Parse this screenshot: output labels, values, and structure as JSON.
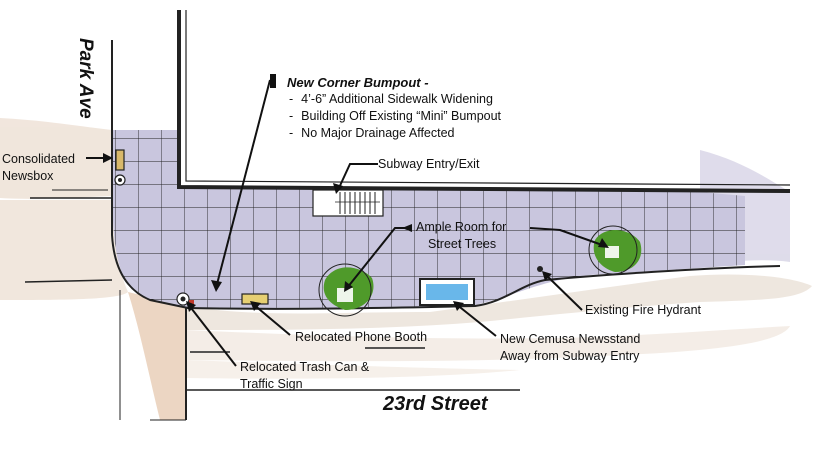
{
  "streets": {
    "park_ave": "Park Ave",
    "twenty_third": "23rd Street"
  },
  "bumpout": {
    "title": "New Corner Bumpout -",
    "bullets": [
      "4’-6” Additional Sidewalk Widening",
      "Building Off Existing “Mini” Bumpout",
      "No Major Drainage Affected"
    ]
  },
  "labels": {
    "newsbox": [
      "Consolidated",
      "Newsbox"
    ],
    "subway": "Subway Entry/Exit",
    "trees": [
      "Ample Room for",
      "Street Trees"
    ],
    "phone": "Relocated Phone Booth",
    "trash": [
      "Relocated Trash Can &",
      "Traffic Sign"
    ],
    "newsstand": [
      "New Cemusa Newsstand",
      "Away from Subway Entry"
    ],
    "hydrant": "Existing Fire Hydrant"
  },
  "colors": {
    "sidewalk": "#c9c6de",
    "sand": "#ecdfd3",
    "tree": "#4f9a2a",
    "newsstand": "#69b7ea",
    "phone": "#e6cf72"
  }
}
